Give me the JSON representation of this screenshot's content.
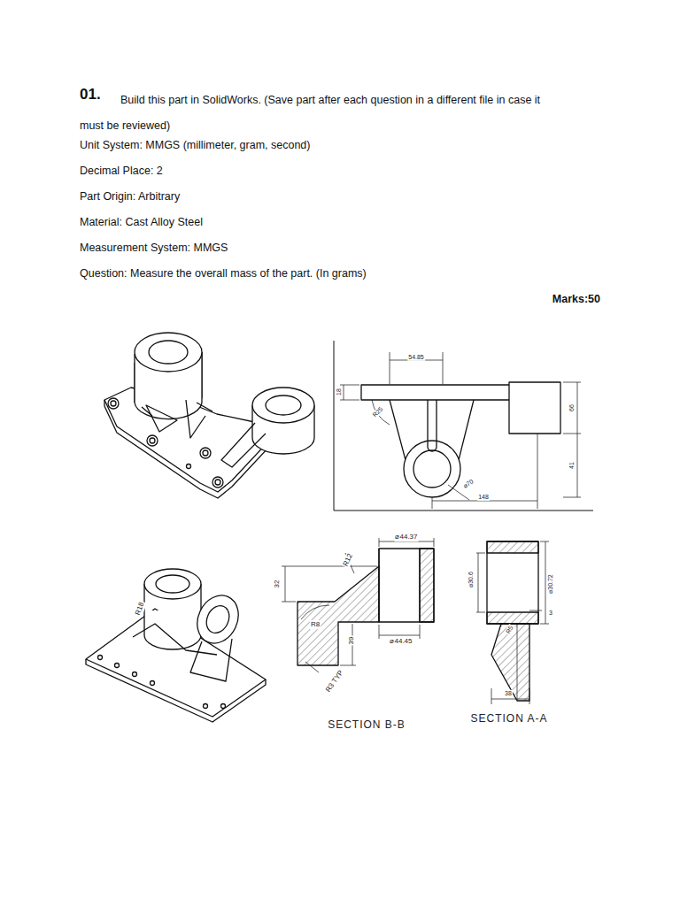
{
  "diagram": {
    "labels": [
      "01.",
      "Build this part in SolidWorks. (Save part after each question in a different file in case it must be reviewed)",
      "Unit System: MMGS (millimeter, gram, second)",
      "Decimal Place: 2",
      "Part Origin: Arbitrary",
      "Material: Cast Alloy Steel",
      "Measurement System: MMGS",
      "Question: Measure the overall mass of the part. (In grams)",
      "Marks:50",
      "54.85",
      "18",
      "R25",
      "66",
      "41",
      "⌀70",
      "148",
      "⌀44.37",
      "R12",
      "32",
      "R8",
      "39",
      "⌀44.45",
      "R3 TYP",
      "SECTION B-B",
      "⌀30.6",
      "⌀30.72",
      "3",
      "R5",
      "38",
      "SECTION A-A",
      "R18"
    ]
  }
}
